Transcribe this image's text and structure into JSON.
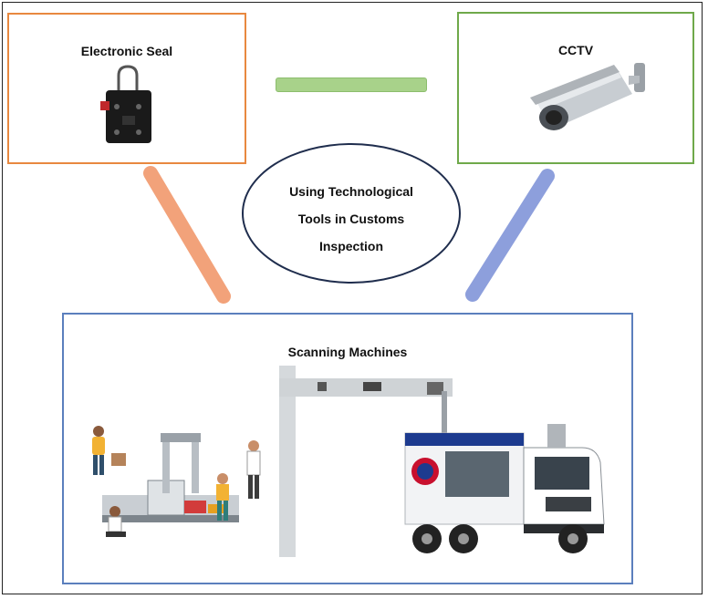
{
  "diagram": {
    "center_label": "Using Technological Tools in Customs Inspection",
    "nodes": {
      "electronic_seal": "Electronic Seal",
      "cctv": "CCTV",
      "scanning_machines": "Scanning Machines"
    },
    "colors": {
      "seal_border": "#e8883f",
      "cctv_border": "#6fa94a",
      "scan_border": "#5b7fbd",
      "connector_green": "#a8d28a",
      "connector_orange": "#f2a27a",
      "connector_blue": "#8d9fdc",
      "ellipse_border": "#1f2d4d"
    },
    "icons": [
      "electronic-seal-device-icon",
      "cctv-camera-icon",
      "airport-security-scanner-illustration",
      "mobile-scanning-truck-illustration"
    ]
  }
}
